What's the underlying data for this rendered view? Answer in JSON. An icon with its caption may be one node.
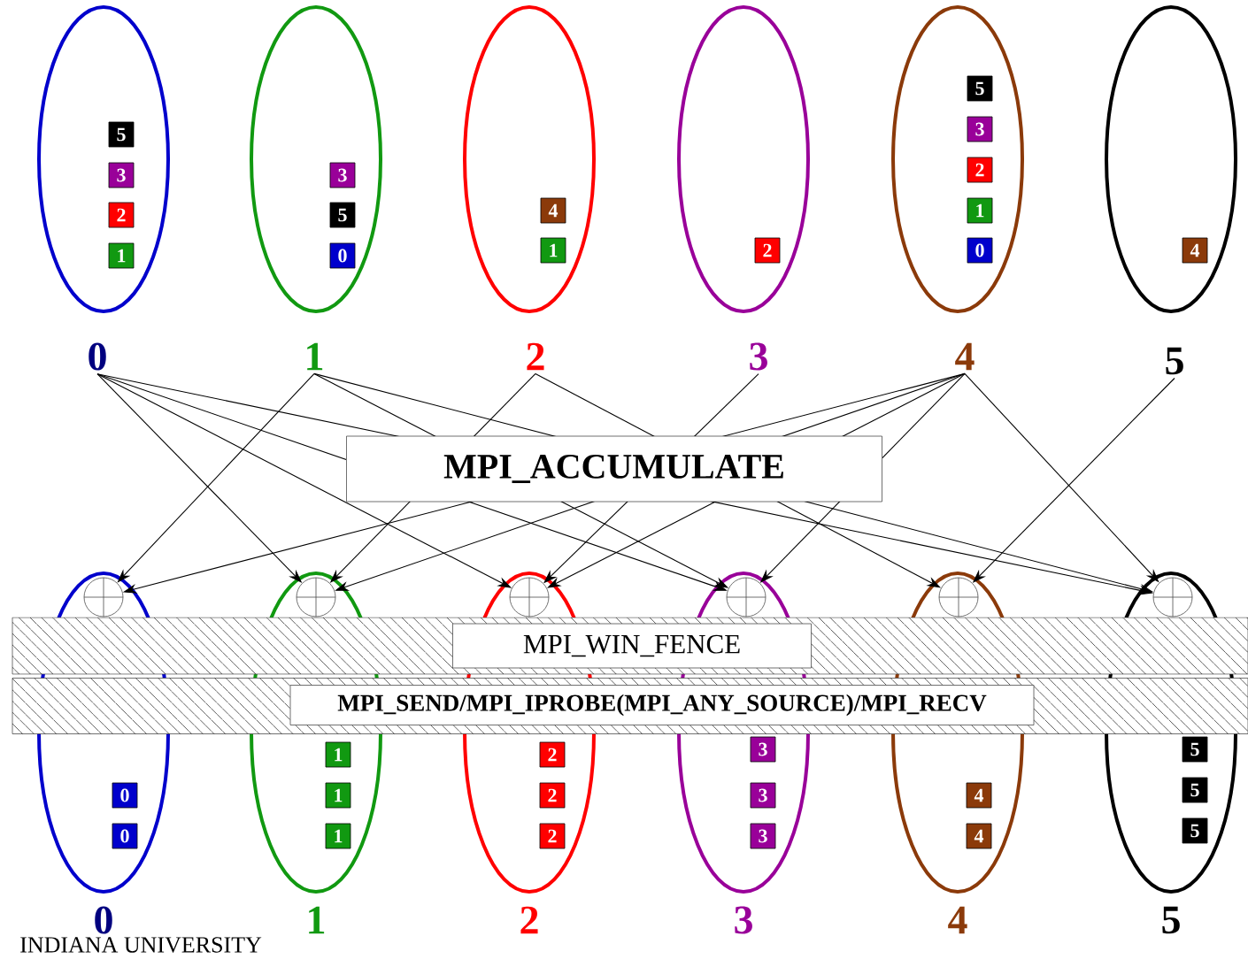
{
  "diagram": {
    "nodes": [
      {
        "text": [],
        "shape": "ellipse"
      },
      {
        "text": [],
        "shape": "ellipse"
      },
      {
        "text": [],
        "shape": "ellipse"
      },
      {
        "text": [],
        "shape": "ellipse"
      },
      {
        "text": [],
        "shape": "ellipse"
      },
      {
        "text": [],
        "shape": "ellipse"
      },
      {
        "text": [
          "5"
        ],
        "in": 0
      },
      {
        "text": [
          "3"
        ],
        "in": 0
      },
      {
        "text": [
          "2"
        ],
        "in": 0
      },
      {
        "text": [
          "1"
        ],
        "in": 0
      },
      {
        "text": [
          "3"
        ],
        "in": 1
      },
      {
        "text": [
          "5"
        ],
        "in": 1
      },
      {
        "text": [
          "0"
        ],
        "in": 1
      },
      {
        "text": [
          "4"
        ],
        "in": 2
      },
      {
        "text": [
          "1"
        ],
        "in": 2
      },
      {
        "text": [
          "2"
        ],
        "in": 3
      },
      {
        "text": [
          "5"
        ],
        "in": 4
      },
      {
        "text": [
          "3"
        ],
        "in": 4
      },
      {
        "text": [
          "2"
        ],
        "in": 4
      },
      {
        "text": [
          "1"
        ],
        "in": 4
      },
      {
        "text": [
          "0"
        ],
        "in": 4
      },
      {
        "text": [
          "4"
        ],
        "in": 5
      },
      {
        "text": [
          "0"
        ]
      },
      {
        "text": [
          "1"
        ]
      },
      {
        "text": [
          "2"
        ]
      },
      {
        "text": [
          "3"
        ]
      },
      {
        "text": [
          "4"
        ]
      },
      {
        "text": [
          "5"
        ]
      },
      {
        "text": [],
        "shape": "ellipse",
        "beside": [
          "0"
        ]
      },
      {
        "text": [],
        "shape": "ellipse",
        "beside": [
          "1"
        ]
      },
      {
        "text": [],
        "shape": "ellipse",
        "beside": [
          "2"
        ]
      },
      {
        "text": [],
        "shape": "ellipse",
        "beside": [
          "3"
        ]
      },
      {
        "text": [],
        "shape": "ellipse",
        "beside": [
          "4"
        ]
      },
      {
        "text": [],
        "shape": "ellipse",
        "beside": [
          "5"
        ]
      },
      {
        "text": [],
        "shape": "circle",
        "in": 28
      },
      {
        "text": [],
        "shape": "circle",
        "in": 29
      },
      {
        "text": [],
        "shape": "circle",
        "in": 30
      },
      {
        "text": [],
        "shape": "circle",
        "in": 31
      },
      {
        "text": [],
        "shape": "circle",
        "in": 32
      },
      {
        "text": [],
        "shape": "circle",
        "in": 33
      },
      {
        "text": [
          "0"
        ],
        "in": 28
      },
      {
        "text": [
          "0"
        ],
        "in": 28
      },
      {
        "text": [
          "1"
        ],
        "in": 29
      },
      {
        "text": [
          "1"
        ],
        "in": 29
      },
      {
        "text": [
          "1"
        ],
        "in": 29
      },
      {
        "text": [
          "2"
        ],
        "in": 30
      },
      {
        "text": [
          "2"
        ],
        "in": 30
      },
      {
        "text": [
          "2"
        ],
        "in": 30
      },
      {
        "text": [
          "3"
        ],
        "in": 31
      },
      {
        "text": [
          "3"
        ],
        "in": 31
      },
      {
        "text": [
          "3"
        ],
        "in": 31
      },
      {
        "text": [
          "4"
        ],
        "in": 32
      },
      {
        "text": [
          "4"
        ],
        "in": 32
      },
      {
        "text": [
          "5"
        ],
        "in": 33
      },
      {
        "text": [
          "5"
        ],
        "in": 33
      },
      {
        "text": [
          "5"
        ],
        "in": 33
      },
      {
        "text": [],
        "shape": "band"
      },
      {
        "text": [
          "MPI_WIN_FENCE"
        ],
        "in": 56
      },
      {
        "text": [],
        "shape": "band"
      },
      {
        "text": [
          "MPI_SEND/MPI_IPROBE(MPI_ANY_SOURCE)/MPI_RECV"
        ],
        "in": 58
      }
    ],
    "edges": [
      {
        "from": 22,
        "to": 39,
        "arrow": "to"
      },
      {
        "from": 22,
        "to": 37,
        "arrow": "to"
      },
      {
        "from": 22,
        "to": 36,
        "arrow": "to"
      },
      {
        "from": 22,
        "to": 35,
        "arrow": "to"
      },
      {
        "from": 23,
        "to": 37,
        "arrow": "to"
      },
      {
        "from": 23,
        "to": 39,
        "arrow": "to"
      },
      {
        "from": 23,
        "to": 34,
        "arrow": "to"
      },
      {
        "from": 24,
        "to": 38,
        "arrow": "to"
      },
      {
        "from": 24,
        "to": 35,
        "arrow": "to"
      },
      {
        "from": 25,
        "to": 36,
        "arrow": "to"
      },
      {
        "from": 26,
        "to": 39,
        "arrow": "to"
      },
      {
        "from": 26,
        "to": 37,
        "arrow": "to"
      },
      {
        "from": 26,
        "to": 36,
        "arrow": "to"
      },
      {
        "from": 26,
        "to": 35,
        "arrow": "to"
      },
      {
        "from": 26,
        "to": 34,
        "arrow": "to"
      },
      {
        "from": 27,
        "to": 38,
        "arrow": "to"
      }
    ],
    "labels": [
      "MPI_ACCUMULATE",
      "INDIANA UNIVERSITY"
    ]
  }
}
